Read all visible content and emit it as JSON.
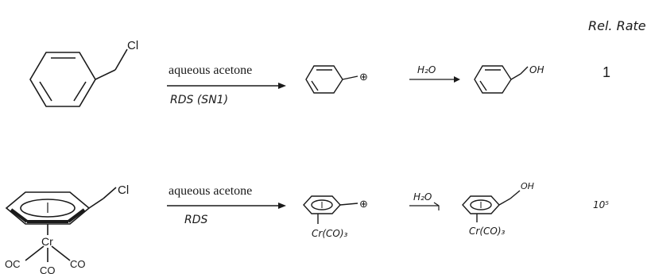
{
  "header": {
    "rel_rate_label": "Rel. Rate"
  },
  "reactions": [
    {
      "substituent": "Cl",
      "condition_top": "aqueous acetone",
      "condition_bottom": "RDS (SN1)",
      "cation_charge": "⊕",
      "step2_reagent": "H₂O",
      "product_group": "OH",
      "rel_rate": "1"
    },
    {
      "substituent": "Cl",
      "metal": "Cr",
      "ligand_left": "OC",
      "ligand_right": "CO",
      "ligand_bottom": "CO",
      "condition_top": "aqueous acetone",
      "condition_bottom": "RDS",
      "cation_charge": "⊕",
      "cation_metal_label": "Cr(CO)₃",
      "step2_reagent": "H₂O",
      "product_group": "OH",
      "product_metal_label": "Cr(CO)₃",
      "rel_rate": "10⁵"
    }
  ]
}
